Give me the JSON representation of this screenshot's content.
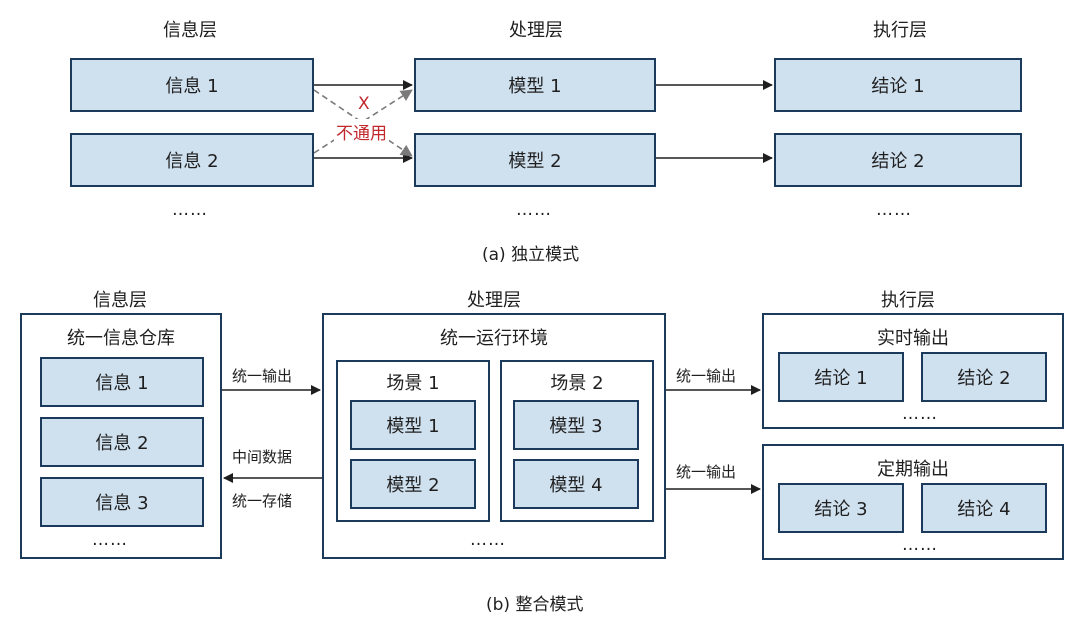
{
  "a": {
    "header_info": "信息层",
    "header_proc": "处理层",
    "header_exec": "执行层",
    "info": [
      "信息 1",
      "信息 2"
    ],
    "model": [
      "模型 1",
      "模型 2"
    ],
    "result": [
      "结论 1",
      "结论 2"
    ],
    "ellipsis": "……",
    "cross_x": "X",
    "not_common": "不通用",
    "caption": "(a) 独立模式"
  },
  "b": {
    "header_info": "信息层",
    "header_proc": "处理层",
    "header_exec": "执行层",
    "warehouse_title": "统一信息仓库",
    "warehouse_items": [
      "信息 1",
      "信息 2",
      "信息 3"
    ],
    "env_title": "统一运行环境",
    "scene1_title": "场景 1",
    "scene1_models": [
      "模型 1",
      "模型 2"
    ],
    "scene2_title": "场景 2",
    "scene2_models": [
      "模型 3",
      "模型 4"
    ],
    "realtime_title": "实时输出",
    "realtime_items": [
      "结论 1",
      "结论 2"
    ],
    "periodic_title": "定期输出",
    "periodic_items": [
      "结论 3",
      "结论 4"
    ],
    "arrow_unified_output": "统一输出",
    "arrow_intermediate": "中间数据",
    "arrow_unified_storage": "统一存储",
    "ellipsis": "……",
    "caption": "(b) 整合模式"
  },
  "colors": {
    "box_fill": "#cfe0ef",
    "box_border": "#1b3a5c",
    "warning": "#c0282e",
    "arrow_gray": "#7a7a7a"
  }
}
